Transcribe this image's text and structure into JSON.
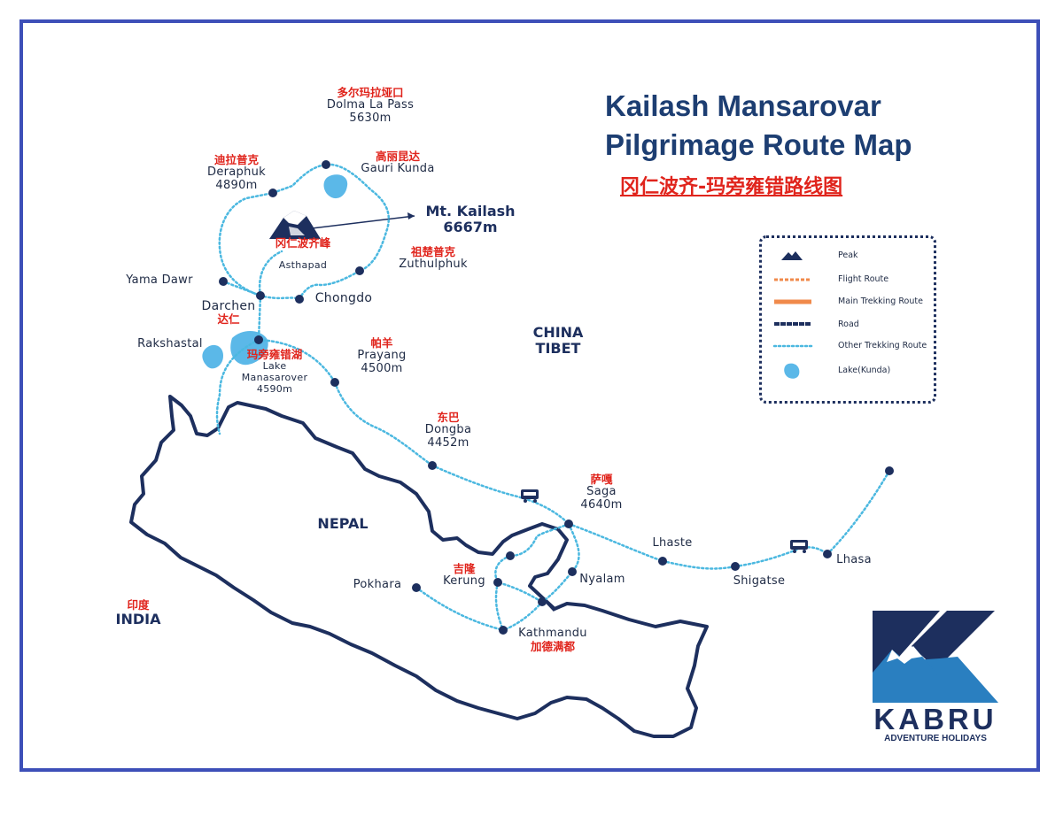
{
  "title": {
    "line1": "Kailash Mansarovar",
    "line2": "Pilgrimage Route Map",
    "chinese": "冈仁波齐-玛旁雍错路线图"
  },
  "peak": {
    "chinese": "冈仁波齐峰",
    "name": "Mt. Kailash",
    "elevation": "6667m"
  },
  "places": {
    "dolma": {
      "cn": "多尔玛拉垭口",
      "name": "Dolma La Pass",
      "elev": "5630m"
    },
    "gauri": {
      "cn": "高丽昆达",
      "name": "Gauri Kunda"
    },
    "deraphuk": {
      "cn": "迪拉普克",
      "name": "Deraphuk",
      "elev": "4890m"
    },
    "zuthulphuk": {
      "cn": "祖楚普克",
      "name": "Zuthulphuk"
    },
    "asthapad": {
      "name": "Asthapad"
    },
    "yama": {
      "name": "Yama Dawr"
    },
    "darchen": {
      "name": "Darchen",
      "cn": "达仁"
    },
    "chongdo": {
      "name": "Chongdo"
    },
    "rakshastal": {
      "name": "Rakshastal"
    },
    "mansarover": {
      "cn": "玛旁雍错湖",
      "name1": "Lake",
      "name2": "Manasarover",
      "elev": "4590m"
    },
    "prayang": {
      "cn": "帕羊",
      "name": "Prayang",
      "elev": "4500m"
    },
    "dongba": {
      "cn": "东巴",
      "name": "Dongba",
      "elev": "4452m"
    },
    "saga": {
      "cn": "萨嘎",
      "name": "Saga",
      "elev": "4640m"
    },
    "lhaste": {
      "name": "Lhaste"
    },
    "shigatse": {
      "name": "Shigatse"
    },
    "lhasa": {
      "name": "Lhasa"
    },
    "kerung": {
      "cn": "吉隆",
      "name": "Kerung"
    },
    "nyalam": {
      "name": "Nyalam"
    },
    "pokhara": {
      "name": "Pokhara"
    },
    "kathmandu": {
      "name": "Kathmandu",
      "cn": "加德满都"
    }
  },
  "regions": {
    "china1": "CHINA",
    "china2": "TIBET",
    "nepal": "NEPAL",
    "india_cn": "印度",
    "india": "INDIA"
  },
  "legend": {
    "items": [
      "Peak",
      "Flight Route",
      "Main Trekking Route",
      "Road",
      "Other Trekking Route",
      "Lake(Kunda)"
    ]
  },
  "logo": {
    "brand": "KABRU",
    "tagline": "ADVENTURE HOLIDAYS"
  },
  "colors": {
    "frame": "#3d4fb8",
    "route": "#4bb8e0",
    "border": "#1d2f5e",
    "chinese_text": "#e0241c",
    "flight": "#f08a4b",
    "lake": "#5bb8e8"
  }
}
